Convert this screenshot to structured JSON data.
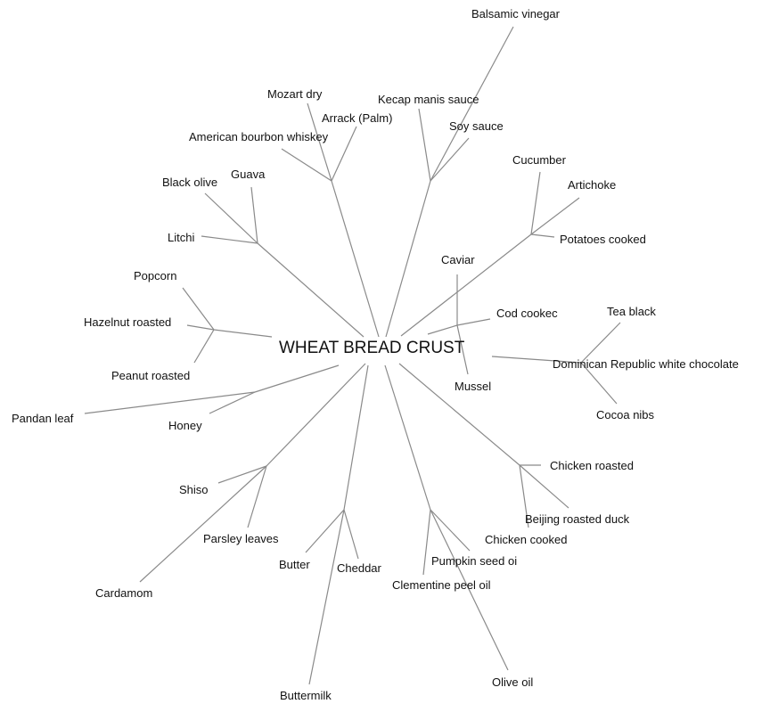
{
  "root": "WHEAT BREAD CRUST",
  "groups": [
    {
      "items": [
        "Mozart dry",
        "Arrack (Palm)",
        "American bourbon whiskey"
      ]
    },
    {
      "items": [
        "Kecap manis sauce",
        "Balsamic vinegar",
        "Soy sauce"
      ]
    },
    {
      "items": [
        "Cucumber",
        "Artichoke",
        "Potatoes cooked"
      ]
    },
    {
      "items": [
        "Black olive",
        "Guava",
        "Litchi"
      ]
    },
    {
      "items": [
        "Popcorn",
        "Hazelnut roasted",
        "Peanut roasted"
      ]
    },
    {
      "items": [
        "Pandan leaf",
        "Honey"
      ]
    },
    {
      "items": [
        "Shiso",
        "Parsley leaves",
        "Cardamom"
      ]
    },
    {
      "items": [
        "Butter",
        "Cheddar",
        "Buttermilk"
      ]
    },
    {
      "items": [
        "Clementine peel oil",
        "Pumpkin seed oi",
        "Olive oil"
      ]
    },
    {
      "items": [
        "Chicken roasted",
        "Beijing roasted duck",
        "Chicken cooked"
      ]
    },
    {
      "items": [
        "Caviar",
        "Cod cookec",
        "Mussel"
      ]
    },
    {
      "items": [
        "Tea black",
        "Dominican Republic white chocolate",
        "Cocoa nibs"
      ]
    }
  ]
}
